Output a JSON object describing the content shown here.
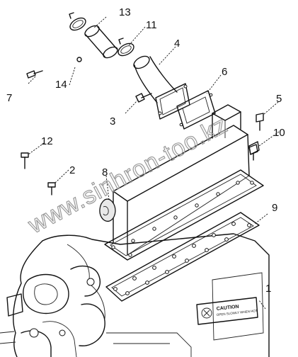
{
  "watermark": "www.sinhron-too.kz",
  "caution_label": {
    "title": "CAUTION",
    "subtext": "OPEN SLOWLY WHEN HOT"
  },
  "callouts": [
    {
      "id": "c1",
      "label": "1"
    },
    {
      "id": "c2",
      "label": "2"
    },
    {
      "id": "c3",
      "label": "3"
    },
    {
      "id": "c4",
      "label": "4"
    },
    {
      "id": "c5",
      "label": "5"
    },
    {
      "id": "c6",
      "label": "6"
    },
    {
      "id": "c7",
      "label": "7"
    },
    {
      "id": "c8",
      "label": "8"
    },
    {
      "id": "c9",
      "label": "9"
    },
    {
      "id": "c10",
      "label": "10"
    },
    {
      "id": "c11",
      "label": "11"
    },
    {
      "id": "c12",
      "label": "12"
    },
    {
      "id": "c13",
      "label": "13"
    },
    {
      "id": "c14",
      "label": "14"
    }
  ],
  "colors": {
    "line": "#111111",
    "background": "#ffffff",
    "watermark": "#9a9a9a"
  }
}
